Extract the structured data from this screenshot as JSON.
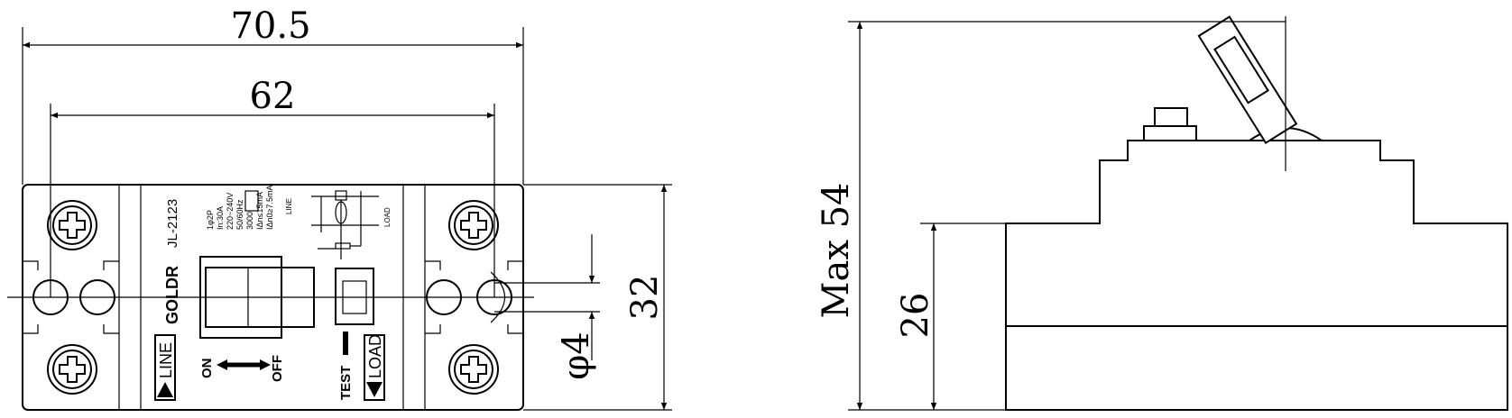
{
  "dimensions": {
    "total_width": "70.5",
    "mount_spacing": "62",
    "height": "32",
    "hole_diameter": "φ4",
    "max_height": "Max 54",
    "body_height": "26"
  },
  "front_label": {
    "brand": "GOLDR",
    "model": "JL-2123",
    "spec_lines": [
      "1φ2P",
      "In:30A",
      "220~240V",
      "50/60Hz",
      "3000",
      "IΔn≤15mA",
      "IΔn0≥7.5mA"
    ],
    "line_label": "LINE",
    "load_label": "LOAD",
    "on_label": "ON",
    "off_label": "OFF",
    "test_label": "TEST",
    "diagram_line": "LINE",
    "diagram_load": "LOAD"
  }
}
